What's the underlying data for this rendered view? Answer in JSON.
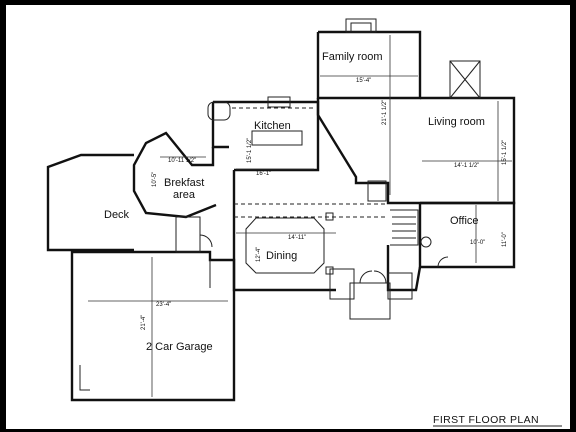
{
  "plan_title": "FIRST FLOOR PLAN",
  "rooms": {
    "family_room": {
      "label": "Family room",
      "dim": "15'-4\""
    },
    "family_room_depth": {
      "dim": "21'-1 1/2\""
    },
    "living_room": {
      "label": "Living room",
      "dim": "14'-1 1/2\"",
      "depth": "15'-1 1/2\""
    },
    "kitchen": {
      "label": "Kitchen",
      "dim": "16'-1\"",
      "depth": "15'-1 1/2\""
    },
    "breakfast": {
      "label": "Brekfast\narea",
      "line1": "Brekfast",
      "line2": "area",
      "dim": "10'-11 1/2\"",
      "depth": "10'-5\""
    },
    "deck": {
      "label": "Deck"
    },
    "dining": {
      "label": "Dining",
      "dim": "14'-11\"",
      "depth": "12'-4\""
    },
    "office": {
      "label": "Office",
      "dim": "10'-0\"",
      "depth": "11'-0\""
    },
    "garage": {
      "label": "2 Car Garage",
      "dim": "23'-4\"",
      "depth": "21'-4\""
    }
  }
}
